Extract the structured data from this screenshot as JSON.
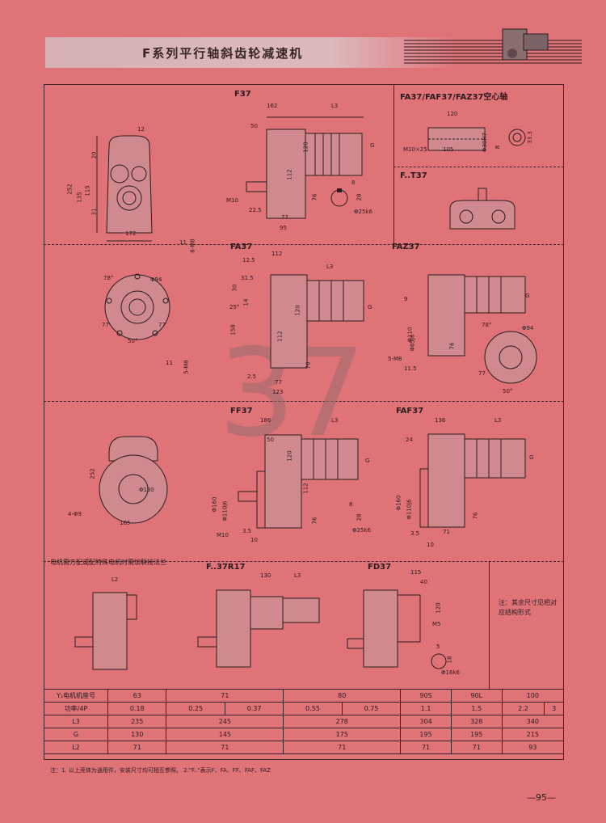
{
  "header": {
    "title": "F系列平行轴斜齿轮减速机"
  },
  "section_labels": {
    "f37": "F37",
    "hollow": "FA37/FAF37/FAZ37空心轴",
    "ft37": "F..T37",
    "fa37": "FA37",
    "faz37": "FAZ37",
    "ff37": "FF37",
    "faf37": "FAF37",
    "f37r17": "F..37R17",
    "fd37": "FD37",
    "big_number": "37"
  },
  "notes": {
    "motor_note": "电机需方配或配特殊电机时需加联接法兰",
    "other_dims": "注：其余尺寸见相对应结构形式",
    "footnote": "注：1. 以上壳体为通用件，安装尺寸均可相互参照。    2.\"F..\"表示F、FA、FF、FAF、FAZ",
    "page_number": "—95—"
  },
  "dims": {
    "d12": "12",
    "d20": "20",
    "d252": "252",
    "d135": "135",
    "d115": "115",
    "d31": "31",
    "d172": "172",
    "d11": "11",
    "dM8": "8-M8",
    "d162": "162",
    "dL3": "L3",
    "d50": "50",
    "d120": "120",
    "dG": "G",
    "d112": "112",
    "dM10": "M10",
    "d22_5": "22.5",
    "d77": "77",
    "d95": "95",
    "d76": "76",
    "d8": "8",
    "d28": "28",
    "dphi25": "Φ25k6",
    "dh120": "120",
    "dh30": "Φ30H7",
    "dh8": "8",
    "dh33": "33.3",
    "dhM10": "M10×25",
    "dh105": "105",
    "d78": "78°",
    "dphi94": "Φ94",
    "d50deg": "50°",
    "d5M8": "5-M8",
    "d12_5": "12.5",
    "d31_5": "31.5",
    "d30": "30",
    "d25": "25°",
    "d14": "14",
    "d158": "158",
    "d2_5": "2.5",
    "d123": "123",
    "dphi110": "Φ110",
    "dphi85": "Φ85J6",
    "d9": "9",
    "d11_5": "11.5",
    "d5M8b": "5-M8",
    "d186": "186",
    "d165": "165",
    "d4phi9": "4-Φ9",
    "dphi130": "Φ130",
    "dphi160": "Φ160",
    "dphi110j": "Φ110j6",
    "d3_5": "3.5",
    "d10": "10",
    "d136": "136",
    "d24": "24",
    "dL2": "L2",
    "d130": "130",
    "d40": "40",
    "dM5": "M5",
    "d5": "5",
    "d18": "18",
    "dphi16": "Φ16k6"
  },
  "table": {
    "header_row": [
      "Y₂电机机座号",
      "63",
      "71",
      "80",
      "90S",
      "90L",
      "100"
    ],
    "power_label": "功率/4P",
    "power": [
      "0.18",
      "0.25",
      "0.37",
      "0.55",
      "0.75",
      "1.1",
      "1.5",
      "2.2",
      "3"
    ],
    "rows": [
      {
        "label": "L3",
        "values": [
          "235",
          "245",
          "278",
          "304",
          "328",
          "340"
        ]
      },
      {
        "label": "G",
        "values": [
          "130",
          "145",
          "175",
          "195",
          "195",
          "215"
        ]
      },
      {
        "label": "L2",
        "values": [
          "71",
          "71",
          "71",
          "71",
          "71",
          "93"
        ]
      }
    ]
  },
  "colors": {
    "background": "#e07378",
    "ink": "#2a1c1e",
    "banner": "#d5b0b2",
    "watermark": "#9a6a6c"
  }
}
